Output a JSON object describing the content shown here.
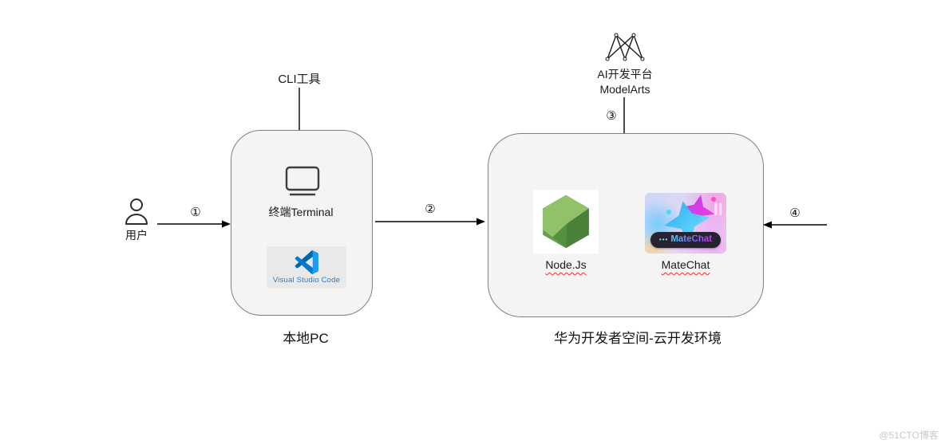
{
  "diagram": {
    "user": {
      "label": "用户"
    },
    "cli": {
      "label": "CLI工具"
    },
    "local_pc": {
      "title": "本地PC",
      "terminal_label": "终端Terminal",
      "vscode_label": "Visual Studio Code"
    },
    "modelarts": {
      "line1": "AI开发平台",
      "line2": "ModelArts"
    },
    "cloud": {
      "title": "华为开发者空间-云开发环境",
      "nodejs_label": "Node.Js",
      "matechat_label": "MateChat",
      "matechat_badge": {
        "dots": "•••",
        "text": "MateChat"
      }
    },
    "steps": {
      "s1": "①",
      "s2": "②",
      "s3": "③",
      "s4": "④"
    },
    "watermark": "@51CTO博客",
    "colors": {
      "box_fill": "#f4f4f4",
      "box_border": "#7f7f7f",
      "arrow": "#000000",
      "nodejs_green": "#679f4c",
      "vscode_blue": "#007acc",
      "spellcheck_underline": "#ff2a2a",
      "watermark_gray": "#c9c9c9"
    }
  }
}
